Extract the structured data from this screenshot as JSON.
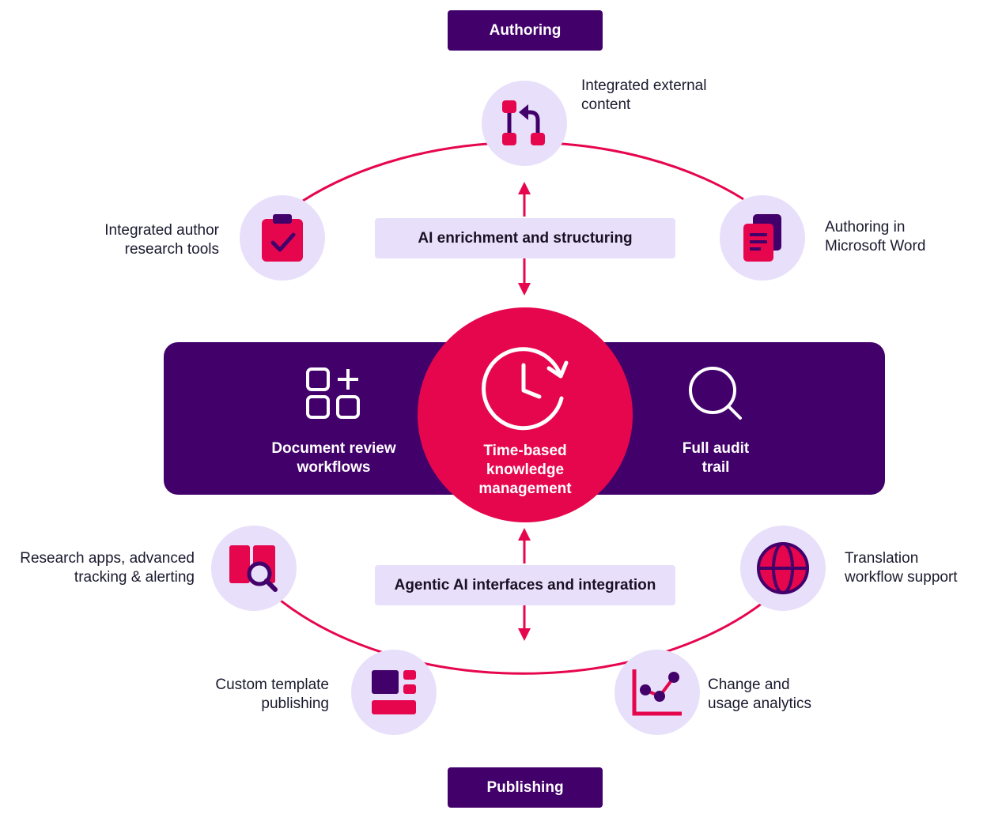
{
  "phases": {
    "top": "Authoring",
    "bottom": "Publishing"
  },
  "ai_layers": {
    "upper": "AI enrichment and structuring",
    "lower": "Agentic AI interfaces and integration"
  },
  "core": {
    "center": [
      "Time-based",
      "knowledge",
      "management"
    ],
    "left": [
      "Document review",
      "workflows"
    ],
    "right": [
      "Full audit",
      "trail"
    ]
  },
  "authoring_nodes": {
    "external_content": [
      "Integrated external",
      "content"
    ],
    "author_research": [
      "Integrated author",
      "research tools"
    ],
    "microsoft_word": [
      "Authoring in",
      "Microsoft Word"
    ]
  },
  "publishing_nodes": {
    "research_apps": [
      "Research apps, advanced",
      "tracking & alerting"
    ],
    "custom_template": [
      "Custom template",
      "publishing"
    ],
    "translation": [
      "Translation",
      "workflow support"
    ],
    "analytics": [
      "Change and",
      "usage analytics"
    ]
  },
  "icons": {
    "external_content": "branch-arrows-icon",
    "author_research": "clipboard-check-icon",
    "microsoft_word": "documents-icon",
    "document_review": "apps-grid-plus-icon",
    "time_based": "clock-refresh-icon",
    "audit_trail": "magnifier-icon",
    "research_apps": "book-search-icon",
    "custom_template": "layout-template-icon",
    "translation": "globe-icon",
    "analytics": "line-chart-icon"
  },
  "colors": {
    "primary_purple": "#42006b",
    "accent_pink": "#e6064e",
    "light_lavender": "#e8e0fa"
  }
}
